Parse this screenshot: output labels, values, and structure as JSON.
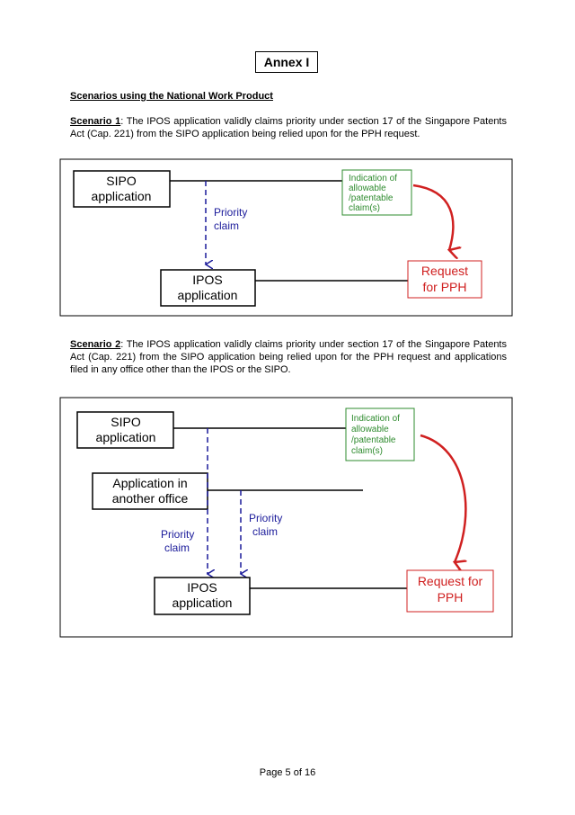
{
  "annex_title": "Annex I",
  "heading": "Scenarios using the National Work Product",
  "scenario1": {
    "label": "Scenario 1",
    "text": ": The IPOS application validly claims priority under section 17 of the Singapore Patents Act (Cap. 221) from the SIPO application being relied upon for the PPH request."
  },
  "scenario2": {
    "label": "Scenario 2",
    "text": ": The IPOS application validly claims priority under section 17 of the Singapore Patents Act (Cap. 221) from the SIPO application being relied upon for the PPH request and applications filed in any office other than the IPOS or the SIPO."
  },
  "diagram1": {
    "sipo": [
      "SIPO",
      "application"
    ],
    "ipos": [
      "IPOS",
      "application"
    ],
    "priority": [
      "Priority",
      "claim"
    ],
    "indication": [
      "Indication of",
      "allowable",
      "/patentable",
      "claim(s)"
    ],
    "request": [
      "Request",
      "for PPH"
    ]
  },
  "diagram2": {
    "sipo": [
      "SIPO",
      "application"
    ],
    "other": [
      "Application in",
      "another office"
    ],
    "ipos": [
      "IPOS",
      "application"
    ],
    "priority_left": [
      "Priority",
      "claim"
    ],
    "priority_right": [
      "Priority",
      "claim"
    ],
    "indication": [
      "Indication of",
      "allowable",
      "/patentable",
      "claim(s)"
    ],
    "request": [
      "Request for",
      "PPH"
    ]
  },
  "footer": "Page 5 of 16",
  "colors": {
    "green": "#2e8b2e",
    "red": "#d02020",
    "blue": "#1a1a9a"
  }
}
